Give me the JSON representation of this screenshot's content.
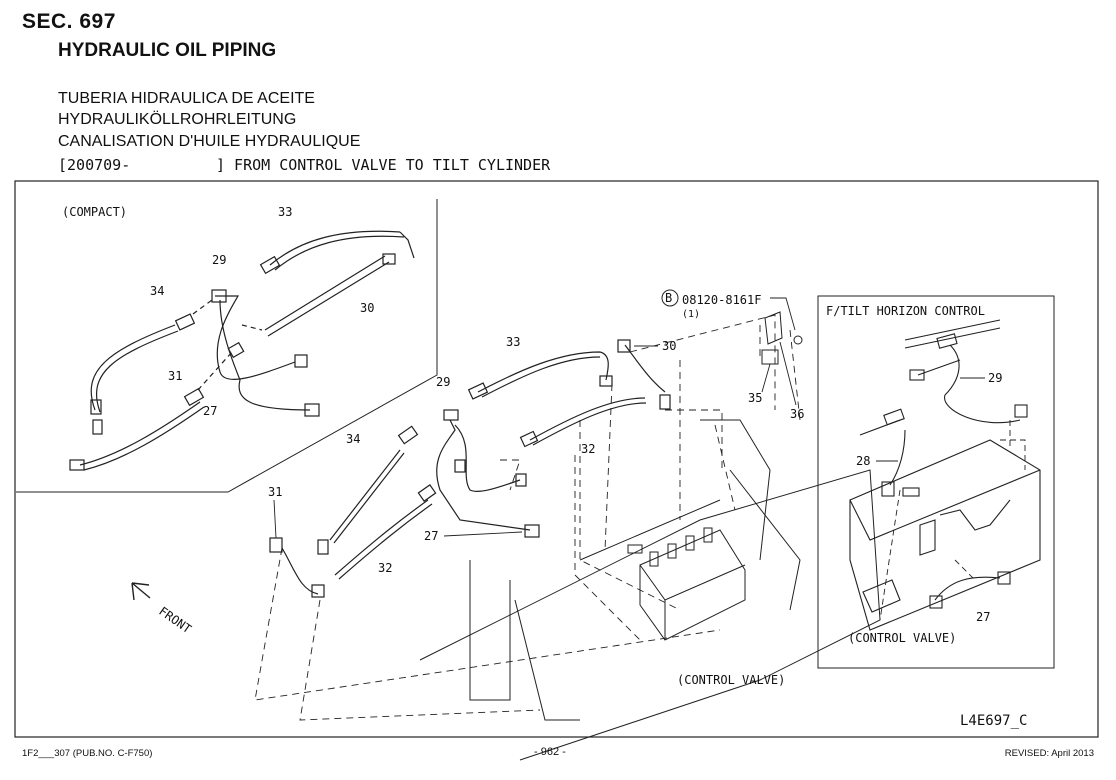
{
  "header": {
    "section": "SEC. 697",
    "title": "HYDRAULIC OIL PIPING",
    "title_es": "TUBERIA HIDRAULICA DE ACEITE",
    "title_de": "HYDRAULIKÖLLROHRLEITUNG",
    "title_fr": "CANALISATION D'HUILE HYDRAULIQUE",
    "serial": "[200709-",
    "serial_note": "] FROM CONTROL VALVE TO TILT CYLINDER"
  },
  "diagram": {
    "compact_label": "(COMPACT)",
    "tilt_label": "F/TILT HORIZON CONTROL",
    "control_valve_label": "(CONTROL VALVE)",
    "inset_control_valve_label": "(CONTROL VALVE)",
    "front_label": "FRONT",
    "bolt_callout_letter": "B",
    "bolt_part_no": "08120-8161F",
    "bolt_qty": "(1)",
    "drawing_id": "L4E697_C",
    "callouts": {
      "c33a": "33",
      "c29a": "29",
      "c34a": "34",
      "c30a": "30",
      "c31a": "31",
      "c27a": "27",
      "c33b": "33",
      "c30b": "30",
      "c29b": "29",
      "c34b": "34",
      "c32a": "32",
      "c31b": "31",
      "c32b": "32",
      "c27b": "27",
      "c35": "35",
      "c36": "36",
      "c29c": "29",
      "c28": "28",
      "c27c": "27"
    }
  },
  "footer": {
    "left": "1F2___307 (PUB.NO. C-F750)",
    "center": "- 962 -",
    "right": "REVISED: April 2013"
  }
}
